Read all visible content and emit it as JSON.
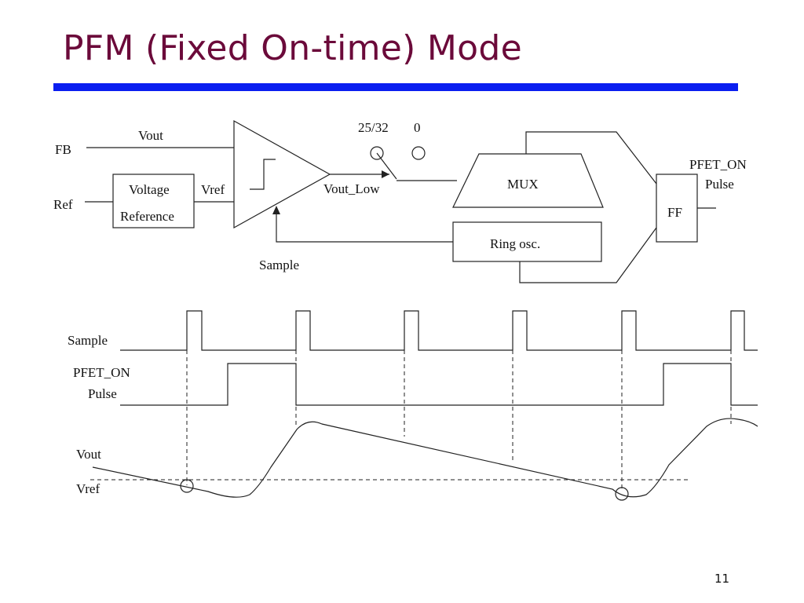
{
  "slide": {
    "title": "PFM (Fixed On-time) Mode",
    "page_number": "11",
    "title_color": "#6b0a3a",
    "rule_color": "#0a1ef0"
  },
  "block_diagram": {
    "fb_label": "FB",
    "vout_label": "Vout",
    "ref_label": "Ref",
    "voltage_ref_line1": "Voltage",
    "voltage_ref_line2": "Reference",
    "vref_label": "Vref",
    "vout_low_label": "Vout_Low",
    "switch_label_1": "25/32",
    "switch_label_2": "0",
    "mux_label": "MUX",
    "ring_osc_label": "Ring osc.",
    "ff_label": "FF",
    "pfet_on_line1": "PFET_ON",
    "pfet_on_line2": "Pulse",
    "sample_label": "Sample"
  },
  "timing": {
    "sample_label": "Sample",
    "pfet_line1": "PFET_ON",
    "pfet_line2": "Pulse",
    "vout_label": "Vout",
    "vref_label": "Vref"
  }
}
